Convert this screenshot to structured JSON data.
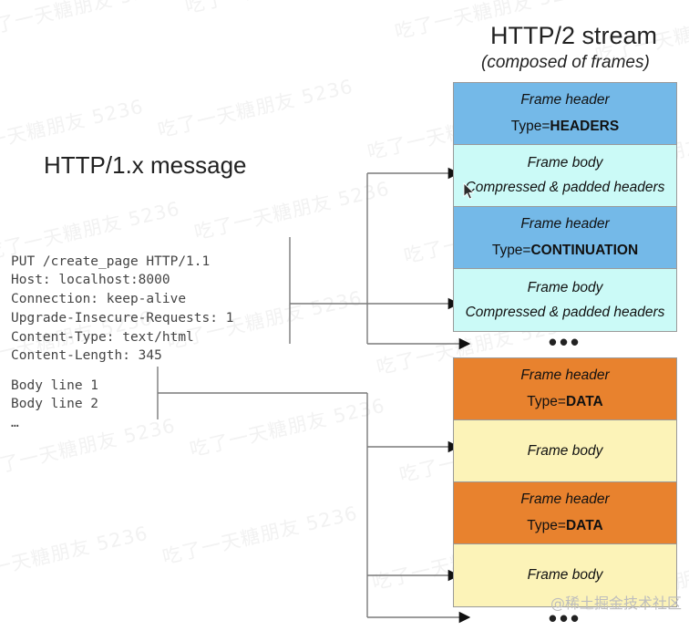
{
  "diagram": {
    "left_panel": {
      "title": "HTTP/1.x message",
      "request_lines": "PUT /create_page HTTP/1.1\nHost: localhost:8000\nConnection: keep-alive\nUpgrade-Insecure-Requests: 1\nContent-Type: text/html\nContent-Length: 345",
      "body_lines": "Body line 1\nBody line 2\n…"
    },
    "right_panel": {
      "title": "HTTP/2 stream",
      "subtitle": "(composed of frames)",
      "ellipsis": "•••",
      "frames": [
        {
          "id": "frame-header-headers",
          "kind": "header",
          "color": "#74b9e8",
          "line1": "Frame header",
          "line2_prefix": "Type=",
          "line2_value": "HEADERS"
        },
        {
          "id": "frame-body-headers",
          "kind": "body",
          "color": "#cbfaf7",
          "line1": "Frame body",
          "line2_prefix": "",
          "line2_value": "Compressed & padded headers"
        },
        {
          "id": "frame-header-continuation",
          "kind": "header",
          "color": "#74b9e8",
          "line1": "Frame header",
          "line2_prefix": "Type=",
          "line2_value": "CONTINUATION"
        },
        {
          "id": "frame-body-continuation",
          "kind": "body",
          "color": "#cbfaf7",
          "line1": "Frame body",
          "line2_prefix": "",
          "line2_value": "Compressed & padded headers"
        }
      ],
      "data_frames": [
        {
          "id": "frame-header-data-1",
          "kind": "header",
          "color": "#e8822e",
          "line1": "Frame header",
          "line2_prefix": "Type=",
          "line2_value": "DATA"
        },
        {
          "id": "frame-body-data-1",
          "kind": "body",
          "color": "#fcf3b8",
          "line1": "Frame body",
          "line2_prefix": "",
          "line2_value": ""
        },
        {
          "id": "frame-header-data-2",
          "kind": "header",
          "color": "#e8822e",
          "line1": "Frame header",
          "line2_prefix": "Type=",
          "line2_value": "DATA"
        },
        {
          "id": "frame-body-data-2",
          "kind": "body",
          "color": "#fcf3b8",
          "line1": "Frame body",
          "line2_prefix": "",
          "line2_value": ""
        }
      ]
    },
    "colors": {
      "blue_header": "#74b9e8",
      "cyan_body": "#cbfaf7",
      "orange_header": "#e8822e",
      "yellow_body": "#fcf3b8",
      "connector": "#7a7a7a",
      "text": "#111111",
      "mono_text": "#444444"
    },
    "watermark": {
      "tile_text": "吃了一天糖朋友 5236",
      "attribution": "@稀土掘金技术社区"
    }
  }
}
